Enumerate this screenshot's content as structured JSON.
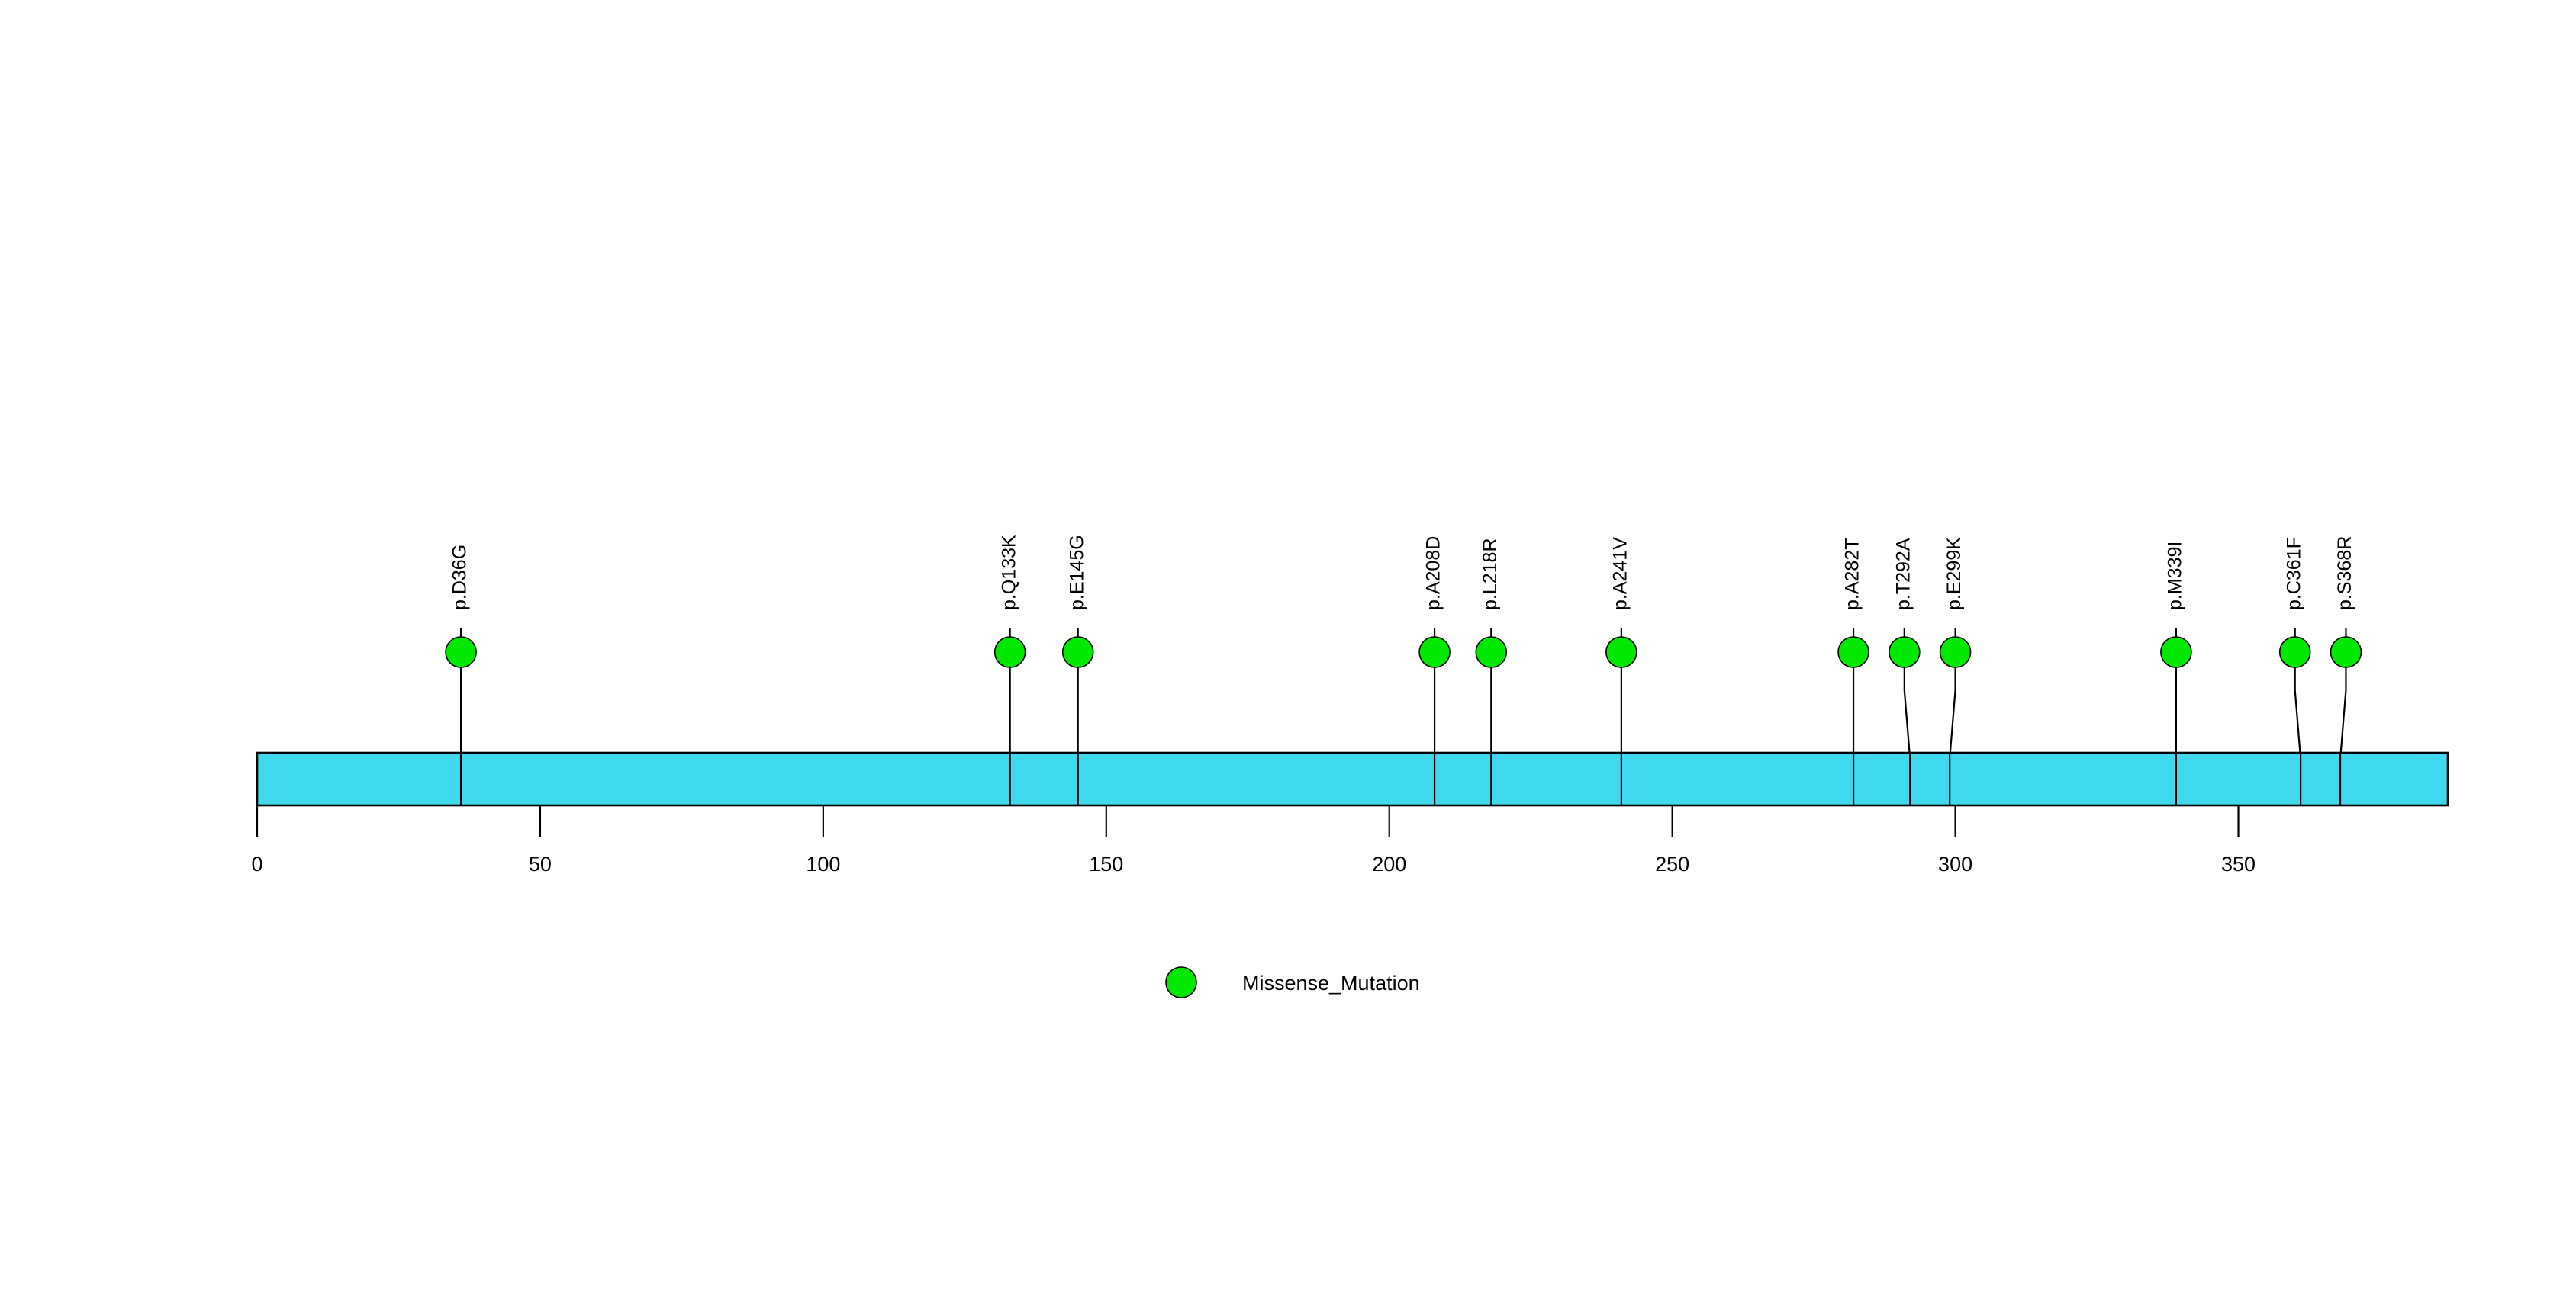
{
  "plot": {
    "type": "lollipop",
    "background_color": "#ffffff",
    "protein_bar_color": "#40D8EE",
    "protein_bar_border_color": "#000000",
    "marker_color": "#00E800",
    "marker_border_color": "#000000",
    "stem_color": "#000000"
  },
  "axis": {
    "label": "",
    "min": 0,
    "max": 387,
    "tick_values": [
      0,
      50,
      100,
      150,
      200,
      250,
      300,
      350
    ],
    "tick_labels": [
      "0",
      "50",
      "100",
      "150",
      "200",
      "250",
      "300",
      "350"
    ]
  },
  "protein": {
    "length": 387,
    "domain_boundaries": [
      36,
      133,
      145,
      208,
      218,
      241,
      282,
      292,
      299,
      339,
      361,
      368
    ]
  },
  "legend": {
    "position": "bottom-center",
    "entries": [
      {
        "label": "Missense_Mutation",
        "color": "#00E800",
        "shape": "circle"
      }
    ]
  },
  "chart_data": {
    "type": "scatter",
    "title": "",
    "xlabel": "",
    "ylabel": "",
    "xlim": [
      0,
      387
    ],
    "grid": false,
    "legend_position": "bottom-center",
    "series": [
      {
        "name": "Missense_Mutation",
        "color": "#00E800",
        "points": [
          {
            "label": "p.D36G",
            "position": 36,
            "count": 1,
            "marker_x": 36
          },
          {
            "label": "p.Q133K",
            "position": 133,
            "count": 1,
            "marker_x": 133
          },
          {
            "label": "p.E145G",
            "position": 145,
            "count": 1,
            "marker_x": 145
          },
          {
            "label": "p.A208D",
            "position": 208,
            "count": 1,
            "marker_x": 208
          },
          {
            "label": "p.L218R",
            "position": 218,
            "count": 1,
            "marker_x": 218
          },
          {
            "label": "p.A241V",
            "position": 241,
            "count": 1,
            "marker_x": 241
          },
          {
            "label": "p.A282T",
            "position": 282,
            "count": 1,
            "marker_x": 282
          },
          {
            "label": "p.T292A",
            "position": 292,
            "count": 1,
            "marker_x": 291
          },
          {
            "label": "p.E299K",
            "position": 299,
            "count": 1,
            "marker_x": 300
          },
          {
            "label": "p.M339I",
            "position": 339,
            "count": 1,
            "marker_x": 339
          },
          {
            "label": "p.C361F",
            "position": 361,
            "count": 1,
            "marker_x": 360
          },
          {
            "label": "p.S368R",
            "position": 368,
            "count": 1,
            "marker_x": 369
          }
        ]
      }
    ]
  }
}
